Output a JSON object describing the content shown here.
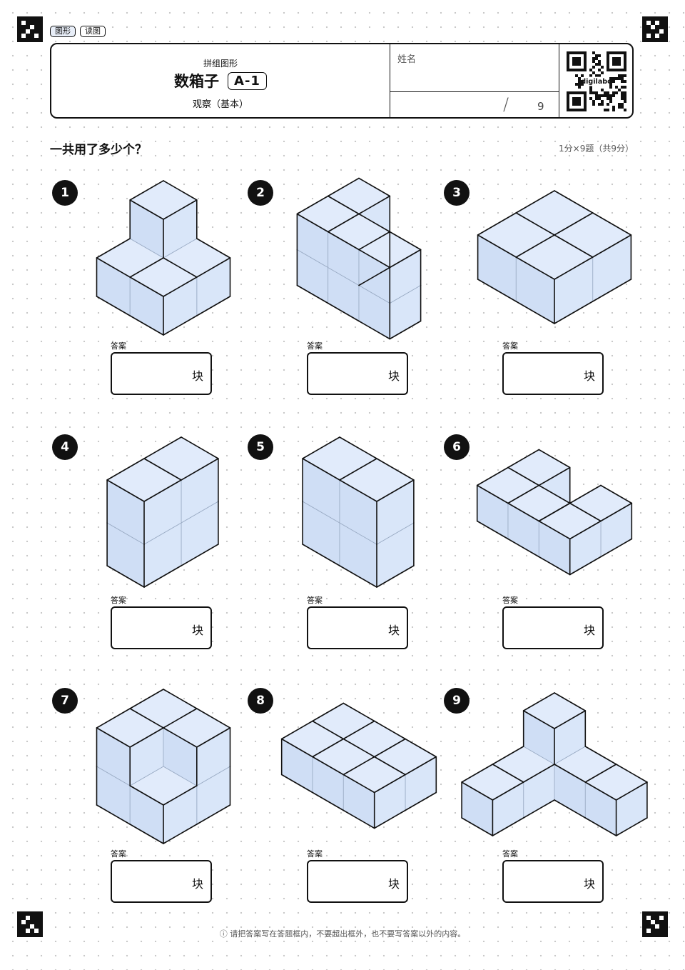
{
  "tags": [
    "图形",
    "读图"
  ],
  "header": {
    "subtitle": "拼组图形",
    "title": "数箱子",
    "code": "A-1",
    "level": "观察（基本）",
    "name_label": "姓名",
    "total": "9",
    "qr_label": "digilabo"
  },
  "question": "一共用了多少个？",
  "score": "1分×9题（共9分）",
  "answer_label": "答案",
  "unit": "块",
  "problems": [
    "1",
    "2",
    "3",
    "4",
    "5",
    "6",
    "7",
    "8",
    "9"
  ],
  "footer": "ⓘ 请把答案写在答题框内，不要超出框外，也不要写答案以外的内容。",
  "colors": {
    "top": "#e1ebfb",
    "left": "#cfdef5",
    "right": "#d9e6f9",
    "inner": "#9aabc4"
  }
}
